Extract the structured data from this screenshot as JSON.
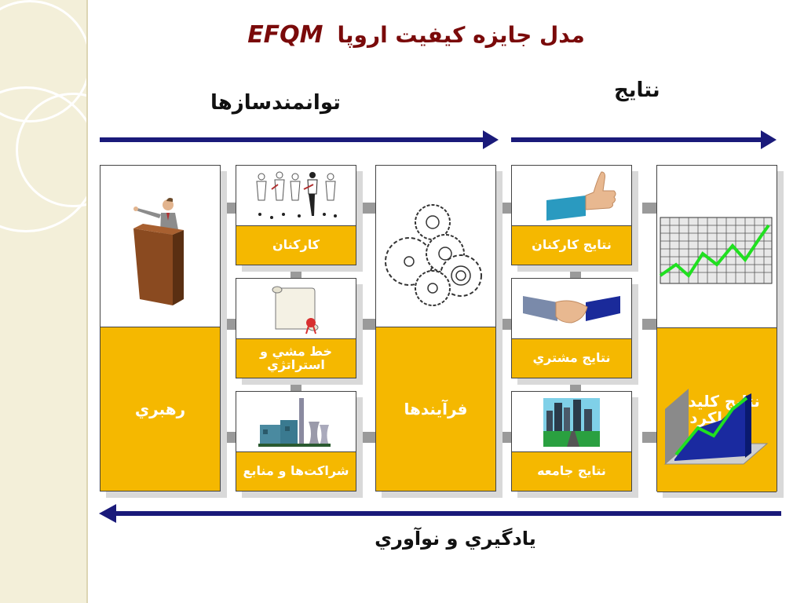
{
  "title": {
    "main": "مدل جایزه کیفیت اروپا",
    "latin": "EFQM"
  },
  "headers": {
    "enablers": "توانمندسازها",
    "results": "نتايج"
  },
  "boxes": {
    "leadership": "رهبري",
    "people": "کارکنان",
    "strategy": "خط مشي و استراتژي",
    "partnerships": "شراکت‌ها و منابع",
    "processes": "فرآيندها",
    "people_results": "نتايج کارکنان",
    "customer_results": "نتايج مشتري",
    "society_results": "نتايج جامعه",
    "kpi_results": "نتايج کليدي عملکرد"
  },
  "footer": "يادگيري و نوآوري",
  "colors": {
    "title": "#7a0a0a",
    "box_label": "#f5b800",
    "arrow": "#1a1a7a",
    "strip": "#f3efd9"
  },
  "icons": [
    "speaker-podium-icon",
    "people-group-icon",
    "scroll-certificate-icon",
    "factory-icon",
    "gears-icon",
    "thumbs-up-icon",
    "handshake-icon",
    "city-skyline-icon",
    "line-chart-icon",
    "chart-3d-icon"
  ]
}
